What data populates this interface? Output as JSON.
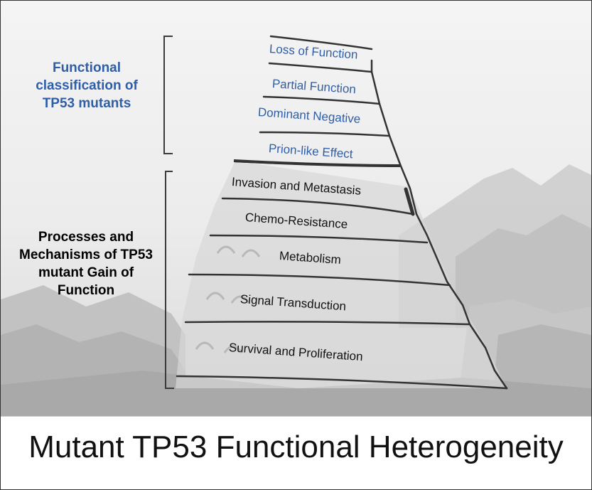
{
  "functional_group": {
    "title": "Functional classification of TP53 mutants",
    "tiers": [
      "Loss of Function",
      "Partial Function",
      "Dominant Negative",
      "Prion-like Effect"
    ]
  },
  "gof_group": {
    "title": "Processes and Mechanisms of TP53 mutant Gain of Function",
    "tiers": [
      "Invasion and Metastasis",
      "Chemo-Resistance",
      "Metabolism",
      "Signal Transduction",
      "Survival and Proliferation"
    ]
  },
  "banner": {
    "title": "Mutant TP53 Functional Heterogeneity"
  },
  "colors": {
    "blue_text": "#2f5ea8",
    "tower_line": "#333333"
  }
}
